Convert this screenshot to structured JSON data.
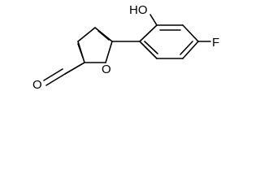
{
  "molecule": {
    "atoms": {
      "hydroxyl": "HO",
      "furan_oxygen": "O",
      "aldehyde_oxygen": "O",
      "fluorine": "F"
    },
    "colors": {
      "bond": "#000000",
      "label": "#000000",
      "background": "#ffffff"
    }
  }
}
